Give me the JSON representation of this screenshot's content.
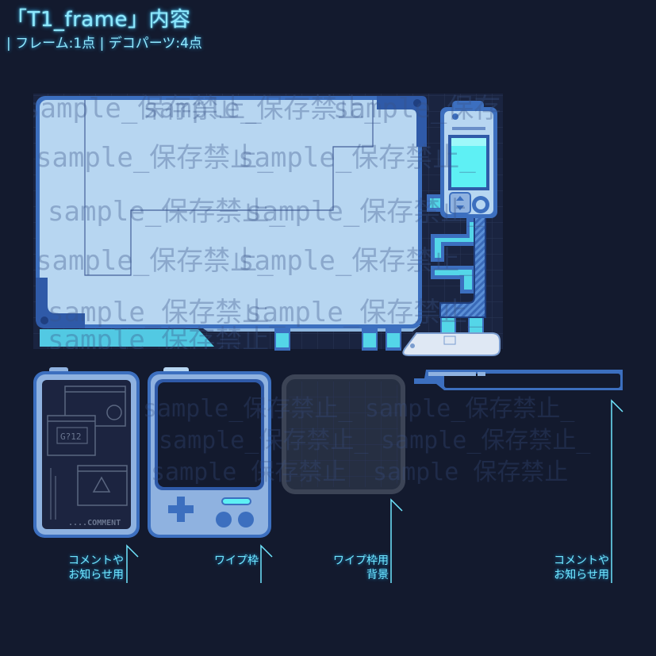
{
  "header": {
    "title": "「T1_frame」内容",
    "subtitle": "| フレーム:1点 | デコパーツ:4点"
  },
  "watermark": "sample_保存禁止_",
  "parts": {
    "comment_panel": {
      "window_code": "G?12",
      "footer_text": "....COMMENT"
    }
  },
  "labels": {
    "comment_left": [
      "コメントや",
      "お知らせ用"
    ],
    "wipe_frame": [
      "ワイプ枠"
    ],
    "wipe_bg": [
      "ワイプ枠用",
      "背景"
    ],
    "comment_right": [
      "コメントや",
      "お知らせ用"
    ]
  },
  "colors": {
    "background": "#131a2e",
    "panel_light": "#b7d6f1",
    "panel_blue": "#3c6fbf",
    "accent_cyan": "#4fe6f0",
    "label_glow": "#6fe6ff"
  }
}
